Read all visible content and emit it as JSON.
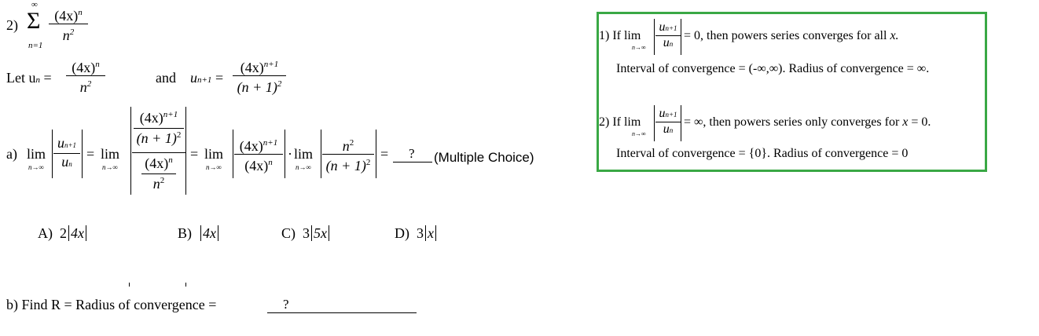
{
  "problem": {
    "number": "2)",
    "sigma": "Σ",
    "sigma_upper": "∞",
    "sigma_lower": "n=1",
    "term_num": "(4x)",
    "term_num_exp": "n",
    "term_den": "n",
    "term_den_exp": "2"
  },
  "let_line": {
    "let_text": "Let u",
    "let_sub": "n",
    "eq": "=",
    "un_num": "(4x)",
    "un_num_exp": "n",
    "un_den": "n",
    "un_den_exp": "2",
    "and_text": "and",
    "un1": "u",
    "un1_sub": "n+1",
    "un1_num": "(4x)",
    "un1_num_exp": "n+1",
    "un1_den": "(n + 1)",
    "un1_den_exp": "2"
  },
  "part_a": {
    "label": "a)",
    "lim": "lim",
    "lim_sub": "n→∞",
    "ratio_num": "u",
    "ratio_num_sub": "n+1",
    "ratio_den": "u",
    "ratio_den_sub": "n",
    "big_num_top": "(4x)",
    "big_num_top_exp": "n+1",
    "big_num_bot": "(n + 1)",
    "big_num_bot_exp": "2",
    "big_den_top": "(4x)",
    "big_den_top_exp": "n",
    "big_den_bot": "n",
    "big_den_bot_exp": "2",
    "split_num": "(4x)",
    "split_num_exp": "n+1",
    "split_den": "(4x)",
    "split_den_exp": "n",
    "dot": "·",
    "second_num": "n",
    "second_num_exp": "2",
    "second_den": "(n + 1)",
    "second_den_exp": "2",
    "answer": "?",
    "answer_note": "(Multiple Choice)"
  },
  "choices": [
    {
      "label": "A)",
      "coef": "2",
      "inner": "4x"
    },
    {
      "label": "B)",
      "coef": "",
      "inner": "4x"
    },
    {
      "label": "C)",
      "coef": "3",
      "inner": "5x"
    },
    {
      "label": "D)",
      "coef": "3",
      "inner": "x"
    }
  ],
  "part_b": {
    "text": "b) Find  R = Radius of convergence =",
    "answer": "?"
  },
  "reference_box": {
    "color": "#3aa845",
    "rule1": {
      "prefix": "1) If  lim",
      "ratio_num": "u",
      "ratio_num_sub": "n+1",
      "ratio_den": "u",
      "ratio_den_sub": "n",
      "lim_sub": "n→∞",
      "result": "= 0,  then powers series converges for all",
      "var": "x.",
      "interval": "Interval of convergence = (-∞,∞).  Radius of convergence = ∞."
    },
    "rule2": {
      "prefix": "2) If  lim",
      "ratio_num": "u",
      "ratio_num_sub": "n+1",
      "ratio_den": "u",
      "ratio_den_sub": "n",
      "lim_sub": "n→∞",
      "result": "= ∞,  then powers series only converges for",
      "var": "x",
      "var_tail": "= 0.",
      "interval": "Interval of convergence = {0}.  Radius of convergence = 0"
    }
  }
}
